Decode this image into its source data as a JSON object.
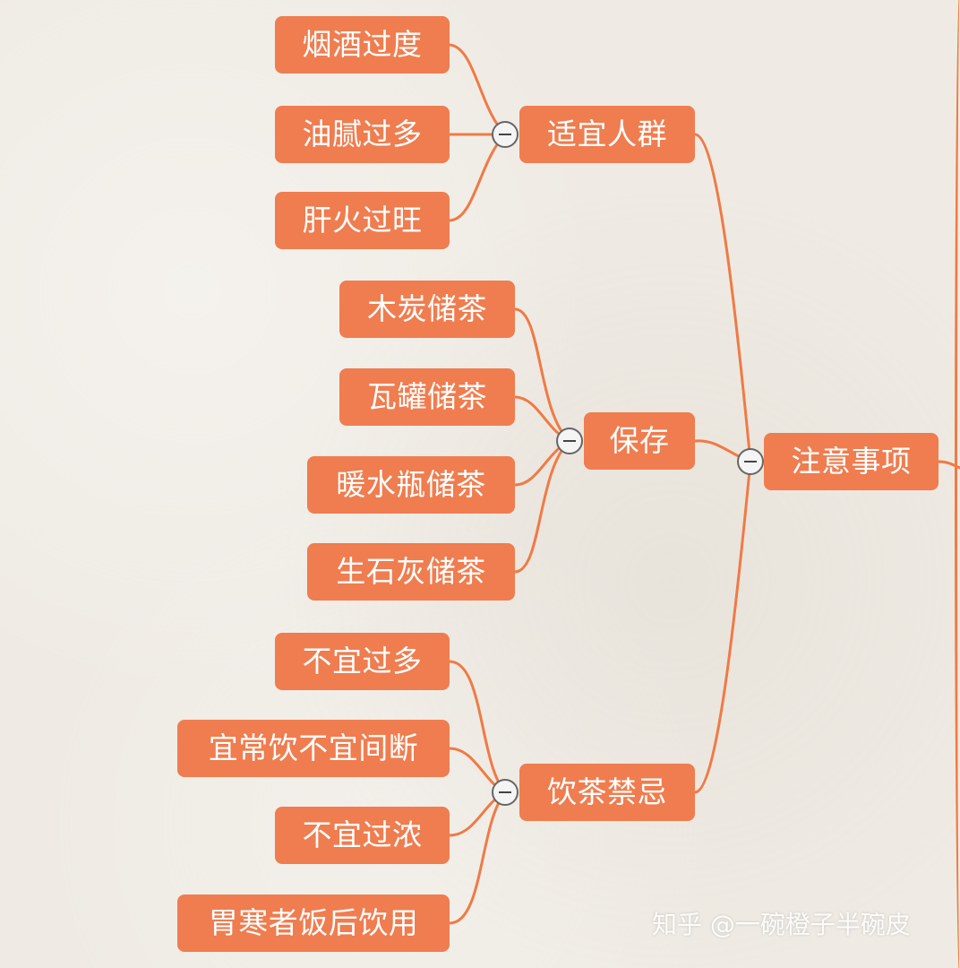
{
  "mindmap": {
    "root": {
      "label": "注意事项"
    },
    "branches": [
      {
        "label": "适宜人群",
        "children": [
          "烟酒过度",
          "油腻过多",
          "肝火过旺"
        ]
      },
      {
        "label": "保存",
        "children": [
          "木炭储茶",
          "瓦罐储茶",
          "暖水瓶储茶",
          "生石灰储茶"
        ]
      },
      {
        "label": "饮茶禁忌",
        "children": [
          "不宜过多",
          "宜常饮不宜间断",
          "不宜过浓",
          "胃寒者饭后饮用"
        ]
      }
    ]
  },
  "watermark": "知乎 @一碗橙子半碗皮",
  "colors": {
    "node_fill": "#ef7d4f",
    "connector": "#f07a45",
    "background": "#efebe4",
    "node_text": "#ffffff"
  }
}
